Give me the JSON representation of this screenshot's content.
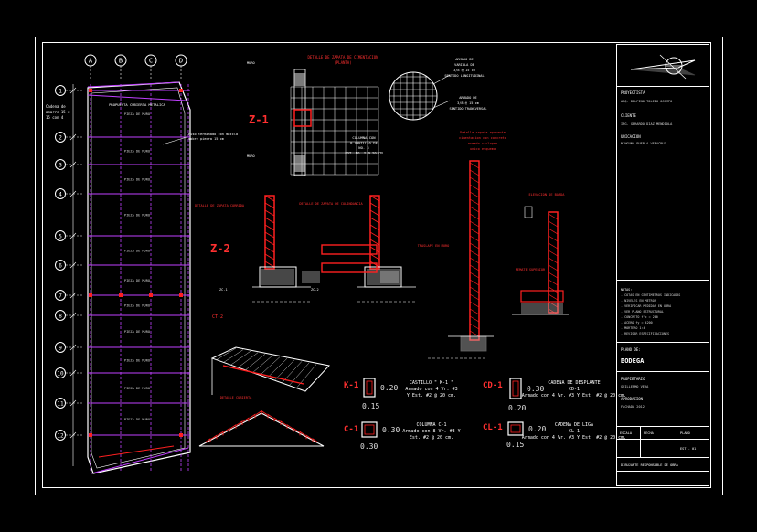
{
  "drawing": {
    "colors": {
      "background": "#000000",
      "line": "#ffffff",
      "grid": "#c040ff",
      "masonry": "#ff2020",
      "label": "#ff3030",
      "hatch": "#cccccc",
      "dim": "#e0e0e0",
      "text_small": "#d8d8d8"
    },
    "plan": {
      "axes_top": [
        "A",
        "B",
        "C",
        "D"
      ],
      "axes_left": [
        "1",
        "2",
        "3",
        "4",
        "5",
        "6",
        "7",
        "8",
        "9",
        "10",
        "11",
        "12"
      ],
      "side_note": [
        "Cadena de",
        "amarre 15 x",
        "15 con 4"
      ],
      "room_label": "PIEZA DE MURO",
      "top_label": "PROPUESTA CUBIERTA METALICA",
      "note": [
        "Piso terminado con mezcla",
        "sobre piedra 15 cm"
      ]
    },
    "details": {
      "z1_label": "Z-1",
      "z2_label": "Z-2",
      "zapata_title": [
        "DETALLE DE ZAPATA DE CIMENTACION",
        "(PLANTA)"
      ],
      "zapata_notes": [
        "MURO",
        "MURO",
        "COLUMNA CON",
        "8 VARILLAS DE",
        "NO. 3",
        "EST. NO. 2 @ 20 CM"
      ],
      "armado_notes": [
        "ARMADO DE",
        "VARILLA DE",
        "3/8 @ 15 cm",
        "SENTIDO LONGITUDINAL",
        "ARMADO DE",
        "3/8 @ 15 cm",
        "SENTIDO TRANSVERSAL"
      ],
      "red_note": [
        "Detalle zapata aparente",
        "cimentacion con concreto",
        "armado ciclopeo",
        "unico esquema"
      ],
      "section_titles": [
        "DETALLE DE ZAPATA CORRIDA",
        "DETALLE DE ZAPATA DE COLINDANCIA",
        "TRASLAPE EN MURO",
        "ELEVACION DE BARDA",
        "REMATE SUPERIOR"
      ],
      "zc_labels": [
        "ZC-1",
        "ZC-2"
      ],
      "roof_label": "DETALLE CUBIERTA"
    },
    "schedule": [
      {
        "code": "K-1",
        "dim1": "0.20",
        "dim2": "0.15",
        "title": "CASTILLO \" K-1 \"",
        "line1": "Armado con 4 Vr. #3",
        "line2": "Y Est. #2 @ 20 cm."
      },
      {
        "code": "C-1",
        "dim1": "0.30",
        "dim2": "0.30",
        "title": "COLUMNA C-1",
        "line1": "Armado con 8 Vr. #3 Y",
        "line2": "Est. #2 @ 20 cm."
      },
      {
        "code": "CD-1",
        "dim1": "0.30",
        "dim2": "0.20",
        "title": "CADENA DE DESPLANTE",
        "line1": "CD-1",
        "line2": "Armado con 4 Vr. #3 Y Est. #2 @ 20 cm."
      },
      {
        "code": "CL-1",
        "dim1": "0.20",
        "dim2": "0.15",
        "title": "CADENA DE LIGA",
        "line1": "CL-1",
        "line2": "Armado con 4 Vr. #3 Y Est. #2 @ 20 cm."
      }
    ],
    "title_block": {
      "project_label": "PROYECTISTA",
      "project_value": "ARQ. DELFINO TOLEDO OCAMPO",
      "owner_label": "CLIENTE",
      "owner_value": "ING. GERARDO DIAZ MENDIOLA",
      "location_label": "UBICACION",
      "location_value": "NINGUNA PUEBLA VERACRUZ",
      "notes": [
        "NOTAS:",
        "- COTAS EN CENTIMETROS INDICADAS",
        "- NIVELES EN METROS",
        "- VERIFICAR MEDIDAS EN OBRA",
        "- VER PLANO ESTRUCTURAL",
        "- CONCRETO f'c = 200",
        "- ACERO fy = 4200",
        "- MORTERO 1:4",
        "- REVISAR ESPECIFICACIONES"
      ],
      "plan_label": "PLANO DE:",
      "plan_value": "BODEGA",
      "signer_label": "PROPIETARIO",
      "signer_value": "GUILLERMO VERA",
      "approval_label": "APROBACION",
      "approval_value": "FACHADA 2012",
      "scale_label": "ESCALA",
      "date_label": "FECHA",
      "sheet_label": "PLANO",
      "sheet_value": "EST - 01",
      "footer": "DIBUJANTE RESPONSABLE DE OBRA"
    }
  }
}
